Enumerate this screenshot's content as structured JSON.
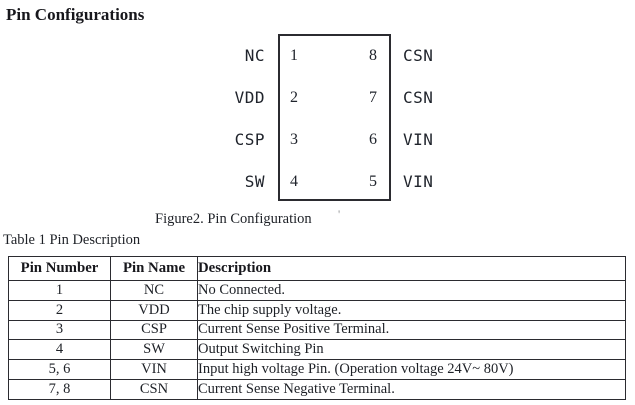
{
  "page_title": "Pin Configurations",
  "figure": {
    "caption": "Figure2. Pin Configuration",
    "stray_mark": "'"
  },
  "table_caption": "Table 1 Pin Description",
  "diagram": {
    "rows": [
      {
        "left_label": "NC",
        "left_pin": "1",
        "right_pin": "8",
        "right_label": "CSN"
      },
      {
        "left_label": "VDD",
        "left_pin": "2",
        "right_pin": "7",
        "right_label": "CSN"
      },
      {
        "left_label": "CSP",
        "left_pin": "3",
        "right_pin": "6",
        "right_label": "VIN"
      },
      {
        "left_label": "SW",
        "left_pin": "4",
        "right_pin": "5",
        "right_label": "VIN"
      }
    ]
  },
  "pin_table": {
    "headers": [
      "Pin Number",
      "Pin Name",
      "Description"
    ],
    "rows": [
      [
        "1",
        "NC",
        "No Connected."
      ],
      [
        "2",
        "VDD",
        "The chip supply voltage."
      ],
      [
        "3",
        "CSP",
        "Current Sense Positive Terminal."
      ],
      [
        "4",
        "SW",
        "Output Switching Pin"
      ],
      [
        "5, 6",
        "VIN",
        "Input high voltage Pin. (Operation voltage 24V~ 80V)"
      ],
      [
        "7, 8",
        "CSN",
        "Current Sense Negative Terminal."
      ]
    ]
  },
  "colors": {
    "text": "#1d2026",
    "border": "#2b2b30",
    "background": "#ffffff"
  }
}
